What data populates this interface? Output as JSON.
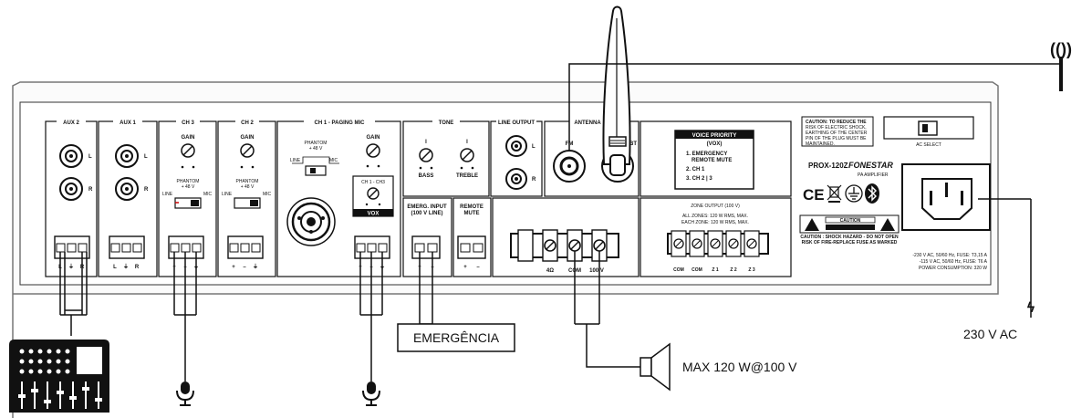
{
  "sections": {
    "aux2": "AUX 2",
    "aux1": "AUX 1",
    "ch3": "CH 3",
    "ch2": "CH 2",
    "ch1": "CH 1 - PAGING MIC",
    "tone": "TONE",
    "line_output": "LINE OUTPUT",
    "antenna": "ANTENNA"
  },
  "labels": {
    "gain": "GAIN",
    "phantom": "PHANTOM",
    "plus48v": "+ 48 V",
    "line": "LINE",
    "mic": "MIC",
    "L": "L",
    "R": "R",
    "bass": "BASS",
    "treble": "TREBLE",
    "fm": "FM",
    "bt": "BT",
    "ch1_ch3": "CH 1 - CH3",
    "vox": "VOX",
    "emerg_input_1": "EMERG. INPUT",
    "emerg_input_2": "(100 V LINE)",
    "remote_1": "REMOTE",
    "remote_2": "MUTE",
    "plus": "+",
    "minus": "–",
    "ground": "⏚"
  },
  "voice_priority": {
    "title_1": "VOICE PRIORITY",
    "title_2": "(VOX)",
    "item1_a": "1. EMERGENCY",
    "item1_b": "REMOTE MUTE",
    "item2": "2. CH 1",
    "item3": "3. CH 2 | 3"
  },
  "zone_output": {
    "title": "ZONE OUTPUT (100 V)",
    "line1": "ALL ZONES: 120 W RMS, MAX.",
    "line2": "EACH ZONE: 120 W RMS, MAX.",
    "terminals": [
      "COM",
      "COM",
      "Z 1",
      "Z 2",
      "Z 3"
    ]
  },
  "speaker_terminals": [
    "4Ω",
    "COM",
    "100 V"
  ],
  "caution_box": [
    "CAUTION: TO REDUCE THE",
    "RISK OF ELECTRIC SHOCK,",
    "EARTHING OF THE CENTER",
    "PIN OF THE PLUG MUST BE",
    "MAINTAINED."
  ],
  "ac_select": "AC SELECT",
  "model": "PROX-120Z",
  "brand": "FONESTAR",
  "pa_amplifier": "PA AMPLIFIER",
  "caution_label": "CAUTION",
  "caution_warning_1": "CAUTION : SHOCK HAZARD - DO NOT OPEN",
  "caution_warning_2": "RISK OF FIRE-REPLACE FUSE AS MARKED",
  "power_info": [
    "-230 V AC, 50/60 Hz, FUSE: T3,15 A",
    "-115 V AC, 50/60 Hz, FUSE: T6 A",
    "POWER CONSUMPTION: 320 W"
  ],
  "external": {
    "emergencia": "EMERGÊNCIA",
    "speaker": "MAX 120 W@100 V",
    "mains": "230 V AC"
  }
}
